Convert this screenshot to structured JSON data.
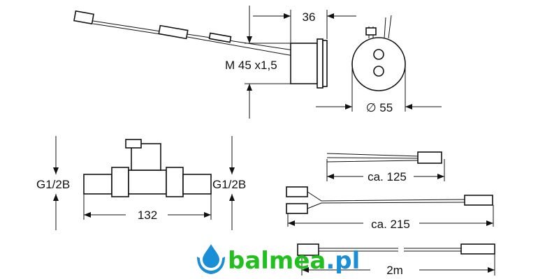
{
  "dimensions": {
    "sensor_depth": "36",
    "thread": "M 45 x1,5",
    "diameter": "∅ 55",
    "connection_left": "G1/2B",
    "connection_right": "G1/2B",
    "valve_length": "132",
    "cable_1": "ca. 125",
    "cable_2": "ca. 215",
    "cable_3": "2m"
  },
  "logo": {
    "name": "balmea",
    "suffix": ".pl",
    "green": "#22c01e",
    "blue": "#1a8fd6"
  }
}
